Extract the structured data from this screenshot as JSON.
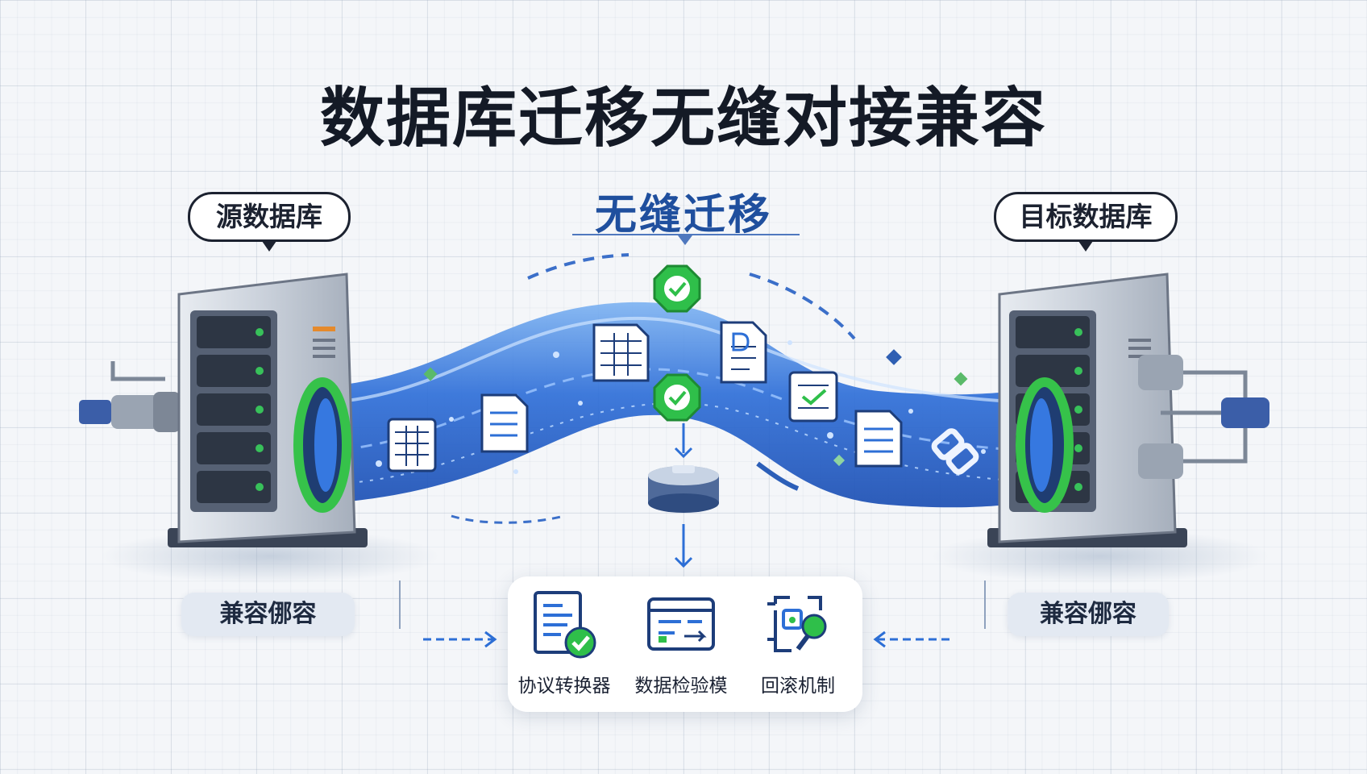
{
  "title": "数据库迁移无缝对接兼容",
  "source": {
    "bubble": "源数据库",
    "pill": "兼容㑚容"
  },
  "target": {
    "bubble": "目标数据库",
    "pill": "兼容㑚容"
  },
  "flow": {
    "label": "无缝迁移"
  },
  "features": [
    {
      "label": "协议转换器",
      "icon": "document-check-icon"
    },
    {
      "label": "数据检验模",
      "icon": "data-validation-window-icon"
    },
    {
      "label": "回滚机制",
      "icon": "rollback-circuit-icon"
    }
  ],
  "colors": {
    "title": "#141a26",
    "accent_blue": "#2d6fd6",
    "flow_label": "#1f4f9e",
    "ring_green": "#36c24a",
    "check_green": "#2fbf4a",
    "server_gray": "#c9d0da"
  }
}
